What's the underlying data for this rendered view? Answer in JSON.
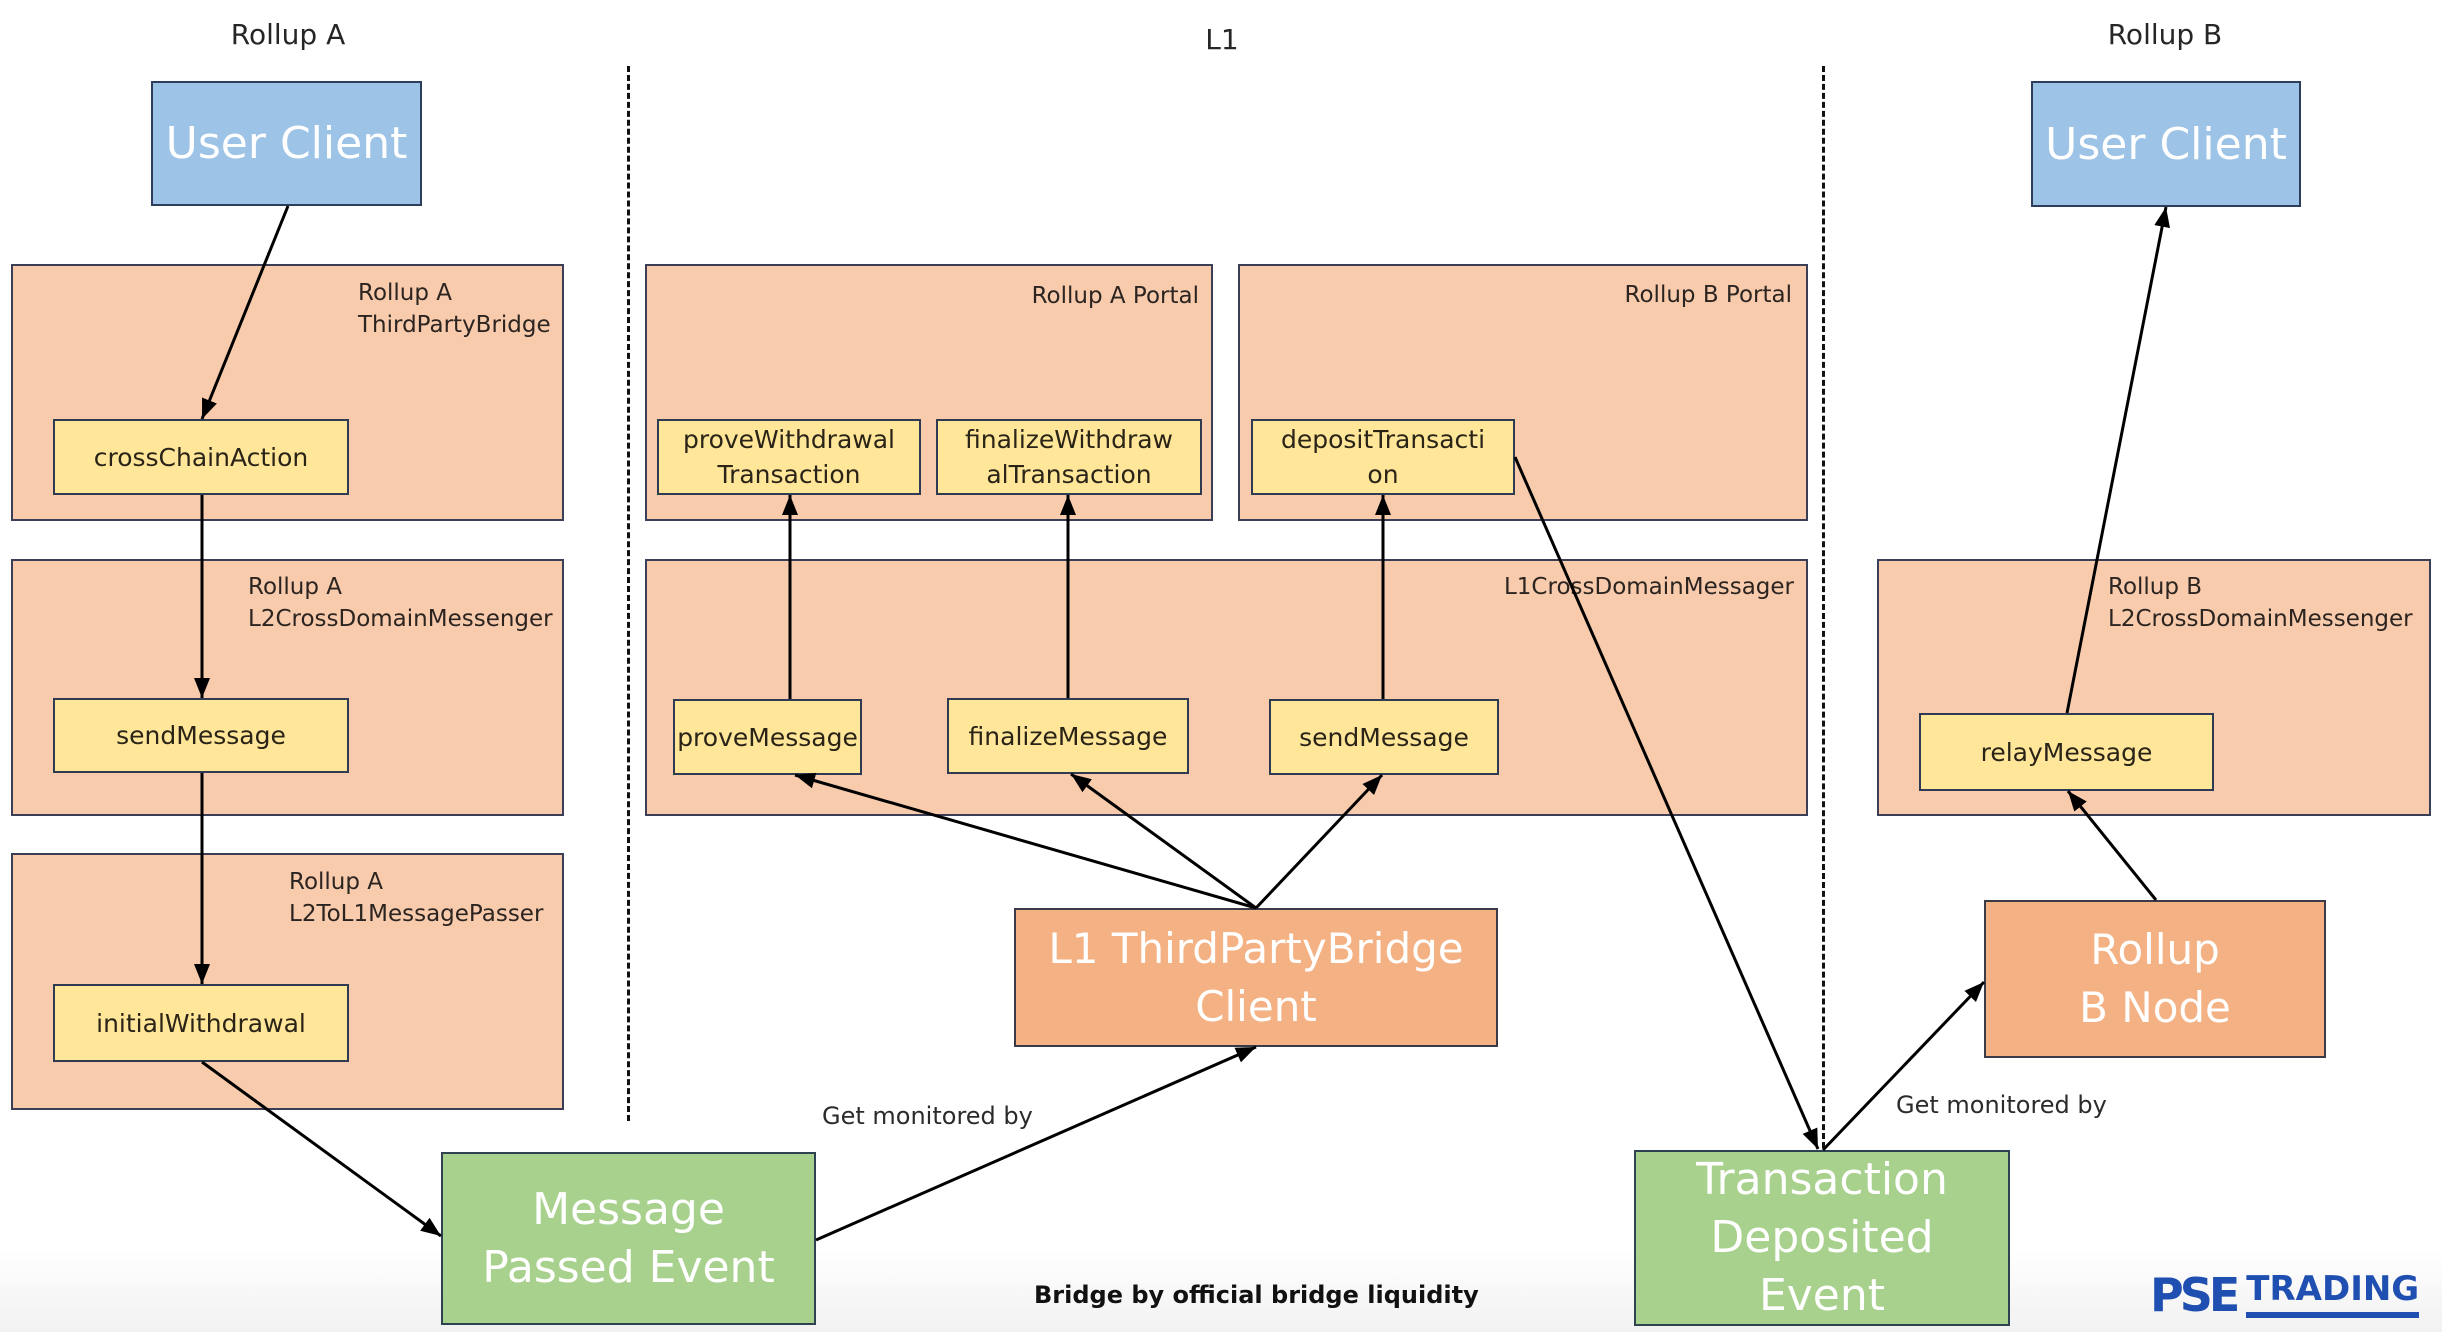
{
  "regions": {
    "rollup_a": "Rollup A",
    "l1": "L1",
    "rollup_b": "Rollup B"
  },
  "rollup_a": {
    "user_client": "User Client",
    "third_party_bridge": {
      "label_line1": "Rollup A",
      "label_line2": "ThirdPartyBridge",
      "function": "crossChainAction"
    },
    "l2_messenger": {
      "label_line1": "Rollup A",
      "label_line2": "L2CrossDomainMessenger",
      "function": "sendMessage"
    },
    "message_passer": {
      "label_line1": "Rollup A",
      "label_line2": "L2ToL1MessagePasser",
      "function": "initialWithdrawal"
    }
  },
  "l1": {
    "rollup_a_portal": {
      "label": "Rollup A Portal",
      "functions": [
        "proveWithdrawal\nTransaction",
        "finalizeWithdraw\nalTransaction"
      ]
    },
    "rollup_b_portal": {
      "label": "Rollup B Portal",
      "functions": [
        "depositTransacti\non"
      ]
    },
    "l1_messenger": {
      "label": "L1CrossDomainMessager",
      "functions": [
        "proveMessage",
        "finalizeMessage",
        "sendMessage"
      ]
    },
    "bridge_client": "L1 ThirdPartyBridge\nClient"
  },
  "rollup_b": {
    "user_client": "User Client",
    "l2_messenger": {
      "label_line1": "Rollup B",
      "label_line2": "L2CrossDomainMessenger",
      "function": "relayMessage"
    },
    "node": "Rollup\nB Node"
  },
  "events": {
    "message_passed": "Message\nPassed Event",
    "transaction_deposited": "Transaction\nDeposited\nEvent"
  },
  "annotations": {
    "monitored_a": "Get monitored by",
    "monitored_b": "Get monitored by",
    "caption": "Bridge by official bridge liquidity"
  },
  "logo": {
    "mark": "PSE",
    "word": "TRADING"
  },
  "colors": {
    "client_blue": "#9dc3e6",
    "container_peach": "#f8cbad",
    "function_yellow": "#ffe699",
    "node_orange": "#f4b183",
    "event_green": "#a9d18e",
    "logo_blue": "#1f4fb0"
  }
}
